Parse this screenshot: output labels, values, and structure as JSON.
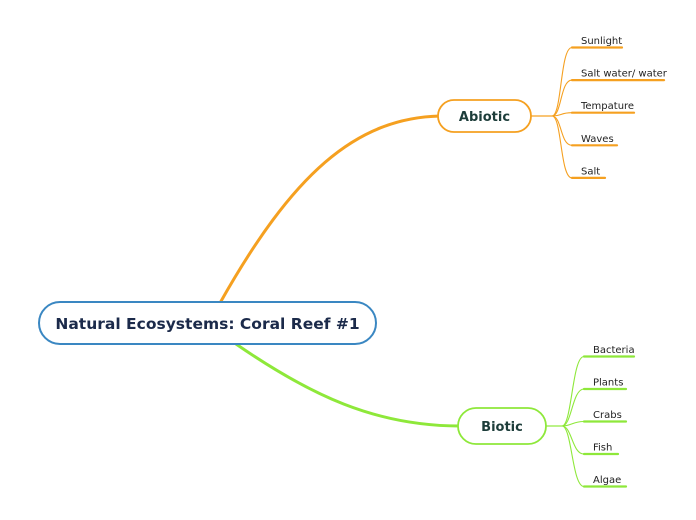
{
  "central": {
    "label": "Natural Ecosystems: Coral Reef #1",
    "border_color": "#3a87c2"
  },
  "branches": [
    {
      "label": "Abiotic",
      "color": "#f5a020",
      "children": [
        "Sunlight",
        "Salt water/ water",
        "Tempature",
        "Waves",
        "Salt"
      ]
    },
    {
      "label": "Biotic",
      "color": "#8ee83a",
      "children": [
        "Bacteria",
        "Plants",
        "Crabs",
        "Fish",
        "Algae"
      ]
    }
  ]
}
